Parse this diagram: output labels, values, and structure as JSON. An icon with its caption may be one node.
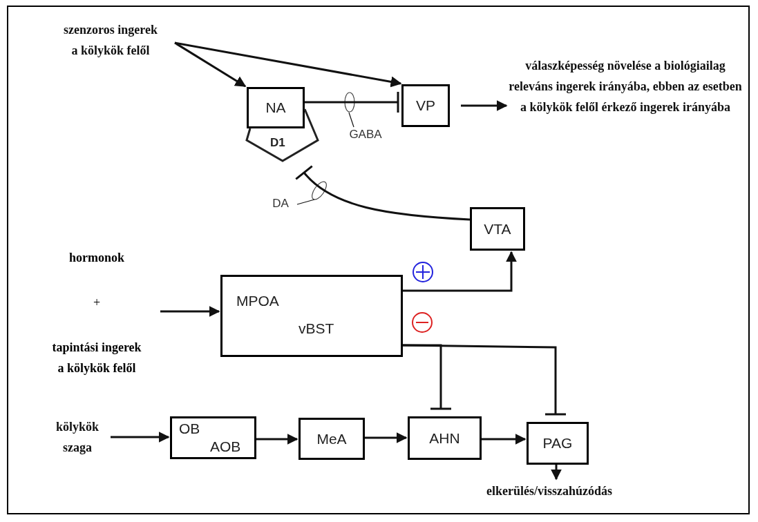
{
  "diagram": {
    "nodes": [
      {
        "text": [
          "szenzoros ingerek a kölykök felől"
        ]
      },
      {
        "text": [
          "NA"
        ]
      },
      {
        "text": [
          "D1"
        ]
      },
      {
        "text": [
          "VP"
        ]
      },
      {
        "text": [
          "válaszképesség növelése a biológiailag releváns ingerek irányába, ebben az esetben a kölykök felől érkező ingerek irányába"
        ]
      },
      {
        "text": [
          "GABA"
        ]
      },
      {
        "text": [
          "DA"
        ]
      },
      {
        "text": [
          "VTA"
        ]
      },
      {
        "text": [
          "hormonok",
          "+",
          "tapintási ingerek a kölykök felől"
        ]
      },
      {
        "text": [
          "MPOA",
          "vBST"
        ]
      },
      {
        "text": [
          "kölykök szaga"
        ]
      },
      {
        "text": [
          "OB",
          "AOB"
        ]
      },
      {
        "text": [
          "MeA"
        ]
      },
      {
        "text": [
          "AHN"
        ]
      },
      {
        "text": [
          "PAG"
        ]
      },
      {
        "text": [
          "elkerülés/visszahúzódás"
        ]
      }
    ],
    "edges": [
      {
        "from": 0,
        "to": 1,
        "arrow": "to"
      },
      {
        "from": 0,
        "to": 3,
        "arrow": "to"
      },
      {
        "from": 1,
        "to": 3,
        "arrow": "other"
      },
      {
        "from": 7,
        "to": 2,
        "arrow": "other"
      },
      {
        "from": 8,
        "to": 9,
        "arrow": "to"
      },
      {
        "from": 9,
        "to": 7,
        "arrow": "to"
      },
      {
        "from": 9,
        "to": 13,
        "arrow": "other"
      },
      {
        "from": 9,
        "to": 14,
        "arrow": "other"
      },
      {
        "from": 10,
        "to": 11,
        "arrow": "to"
      },
      {
        "from": 11,
        "to": 12,
        "arrow": "to"
      },
      {
        "from": 12,
        "to": 13,
        "arrow": "to"
      },
      {
        "from": 13,
        "to": 14,
        "arrow": "to"
      },
      {
        "from": 14,
        "to": 15,
        "arrow": "to"
      },
      {
        "from": 3,
        "to": 4,
        "arrow": "to"
      },
      {
        "from": 5,
        "to": null,
        "arrow": "none"
      },
      {
        "from": 6,
        "to": null,
        "arrow": "none"
      }
    ]
  }
}
